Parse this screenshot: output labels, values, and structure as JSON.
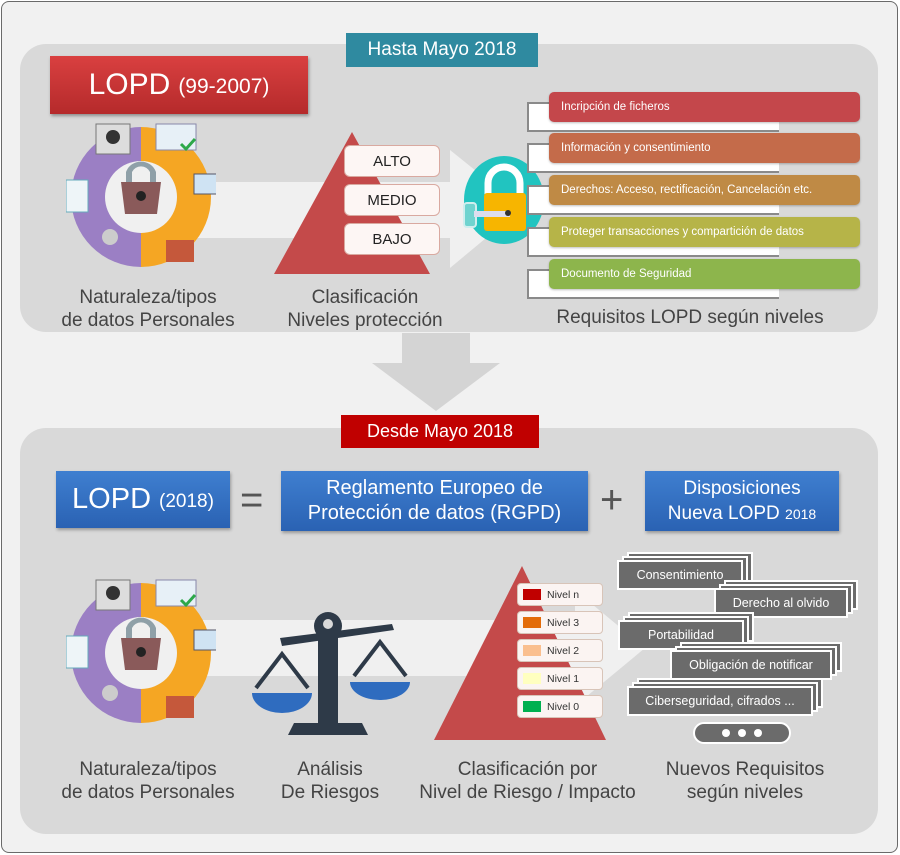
{
  "colors": {
    "teal_header": "#2f8aa0",
    "red_header": "#c00000",
    "lopd_old_red": "#c9393a",
    "blue": "#2f6cbf",
    "pyramid_red": "#c44a4a",
    "card_gray": "#6b6b6b"
  },
  "top_section": {
    "period_label": "Hasta  Mayo 2018",
    "title_main": "LOPD",
    "title_years": "(99-2007)",
    "data_types_caption_line1": "Naturaleza/tipos",
    "data_types_caption_line2": "de datos Personales",
    "levels": [
      "ALTO",
      "MEDIO",
      "BAJO"
    ],
    "levels_caption_line1": "Clasificación",
    "levels_caption_line2": "Niveles protección",
    "requirements": [
      {
        "label": "Incripción de ficheros",
        "color": "#c4474b"
      },
      {
        "label": "Información y consentimiento",
        "color": "#c46b4a"
      },
      {
        "label": "Derechos: Acceso, rectificación, Cancelación etc.",
        "color": "#bf8a45"
      },
      {
        "label": "Proteger transacciones y compartición de datos",
        "color": "#b6b448"
      },
      {
        "label": "Documento de Seguridad",
        "color": "#8db54c"
      }
    ],
    "requirements_caption": "Requisitos LOPD  según niveles"
  },
  "bottom_section": {
    "period_label": "Desde Mayo 2018",
    "lopd_main": "LOPD",
    "lopd_year": "(2018)",
    "equals": "=",
    "rgpd_line1": "Reglamento Europeo de",
    "rgpd_line2": "Protección de datos (RGPD)",
    "plus": "+",
    "disp_line1": "Disposiciones",
    "disp_line2_text": "Nueva LOPD",
    "disp_line2_year": "2018",
    "data_types_caption_line1": "Naturaleza/tipos",
    "data_types_caption_line2": "de datos Personales",
    "risk_caption_line1": "Análisis",
    "risk_caption_line2": "De Riesgos",
    "risk_levels": [
      {
        "label": "Nivel n",
        "color": "#c00000"
      },
      {
        "label": "Nivel 3",
        "color": "#e36c0a"
      },
      {
        "label": "Nivel 2",
        "color": "#fabf8f"
      },
      {
        "label": "Nivel 1",
        "color": "#ffffc0"
      },
      {
        "label": "Nivel 0",
        "color": "#00b050"
      }
    ],
    "classification_caption_line1": "Clasificación por",
    "classification_caption_line2": "Nivel de Riesgo / Impacto",
    "new_requirements": [
      "Consentimiento",
      "Derecho al olvido",
      "Portabilidad",
      "Obligación de notificar",
      "Ciberseguridad, cifrados ..."
    ],
    "more_indicator": "more-dots",
    "new_requirements_caption_line1": "Nuevos Requisitos",
    "new_requirements_caption_line2": "según niveles"
  }
}
